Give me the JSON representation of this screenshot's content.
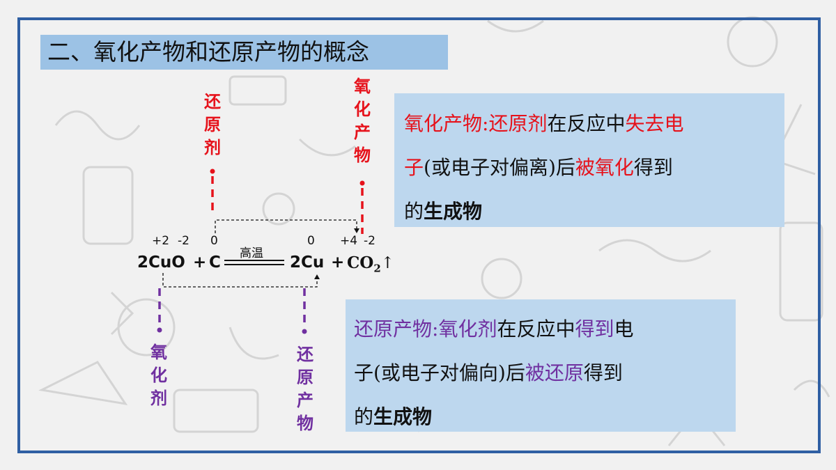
{
  "title": "二、氧化产物和还原产物的概念",
  "labels": {
    "reducing_agent": [
      "还",
      "原",
      "剂"
    ],
    "oxidation_product": [
      "氧",
      "化",
      "产",
      "物"
    ],
    "oxidizing_agent": [
      "氧",
      "化",
      "剂"
    ],
    "reduction_product": [
      "还",
      "原",
      "产",
      "物"
    ]
  },
  "equation": {
    "reactant1": "2CuO",
    "plus1": "+",
    "reactant2": "C",
    "condition": "高温",
    "product1": "2Cu",
    "plus2": "+",
    "product2": "CO",
    "product2_sub": "2",
    "gas_arrow": "↑",
    "ox_states": {
      "cu_in_cuo": "+2",
      "o_in_cuo": "-2",
      "c": "0",
      "cu": "0",
      "c_in_co2": "+4",
      "o_in_co2": "-2"
    }
  },
  "box_oxidation": {
    "line1": {
      "term": "氧化产物",
      "colon": ":",
      "agent": "还原剂",
      "mid": "在反应中",
      "action": "失去电"
    },
    "line2": {
      "action_tail": "子",
      "paren": "(或电子对偏离)后",
      "verb": "被氧化",
      "end": "得到"
    },
    "line3": {
      "prefix": "的",
      "emph": "生成物"
    }
  },
  "box_reduction": {
    "line1": {
      "term": "还原产物",
      "colon": ":",
      "agent": "氧化剂",
      "mid": "在反应中",
      "action": "得到",
      "tail": "电"
    },
    "line2": {
      "start": "子(或电子对偏向)后",
      "verb": "被还原",
      "end": "得到"
    },
    "line3": {
      "prefix": "的",
      "emph": "生成物"
    }
  },
  "colors": {
    "frame": "#2f5fa3",
    "title_bg": "#9cc2e5",
    "box_bg": "#bdd7ee",
    "red": "#e6121b",
    "purple": "#7030a0"
  }
}
